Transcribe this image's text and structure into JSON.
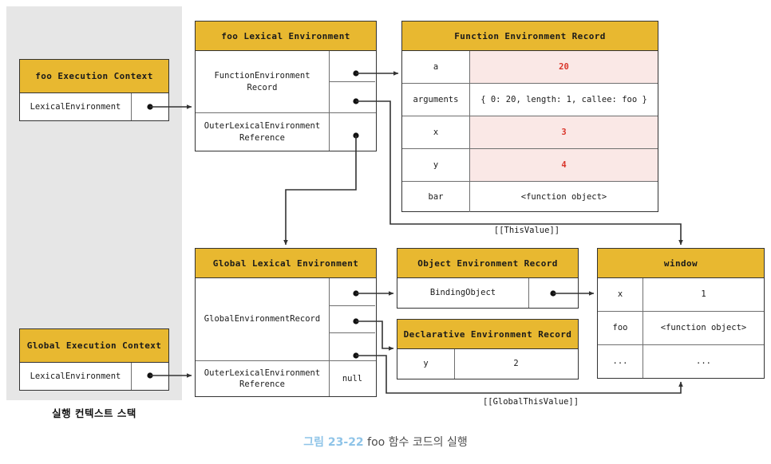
{
  "figure": {
    "caption_number": "그림 23-22",
    "caption_text": "foo 함수 코드의 실행",
    "stack_label": "실행 컨텍스트 스택",
    "colors": {
      "header": "#e8b830",
      "highlight": "#fae8e6",
      "highlight_text": "#d9352a",
      "stack_background": "#e6e6e6",
      "caption_number": "#8fc4e8"
    }
  },
  "foo_execution_context": {
    "title": "foo Execution Context",
    "rows": [
      {
        "label": "LexicalEnvironment",
        "pointer": true
      }
    ]
  },
  "global_execution_context": {
    "title": "Global Execution Context",
    "rows": [
      {
        "label": "LexicalEnvironment",
        "pointer": true
      }
    ]
  },
  "foo_lexical_environment": {
    "title": "foo Lexical Environment",
    "rows": [
      {
        "label": "FunctionEnvironment\nRecord",
        "slots": 2
      },
      {
        "label": "OuterLexicalEnvironment\nReference",
        "slots": 1
      }
    ]
  },
  "global_lexical_environment": {
    "title": "Global Lexical Environment",
    "rows": [
      {
        "label": "GlobalEnvironmentRecord",
        "slots": 3
      },
      {
        "label": "OuterLexicalEnvironment\nReference",
        "value": "null"
      }
    ]
  },
  "function_environment_record": {
    "title": "Function Environment Record",
    "rows": [
      {
        "key": "a",
        "value": "20",
        "highlight": true
      },
      {
        "key": "arguments",
        "value": "{ 0: 20, length: 1, callee: foo }",
        "highlight": false
      },
      {
        "key": "x",
        "value": "3",
        "highlight": true
      },
      {
        "key": "y",
        "value": "4",
        "highlight": true
      },
      {
        "key": "bar",
        "value": "<function object>",
        "highlight": false
      }
    ]
  },
  "object_environment_record": {
    "title": "Object Environment Record",
    "rows": [
      {
        "label": "BindingObject",
        "pointer": true
      }
    ]
  },
  "declarative_environment_record": {
    "title": "Declarative Environment Record",
    "rows": [
      {
        "key": "y",
        "value": "2"
      }
    ]
  },
  "window_object": {
    "title": "window",
    "rows": [
      {
        "key": "x",
        "value": "1"
      },
      {
        "key": "foo",
        "value": "<function object>"
      },
      {
        "key": "...",
        "value": "..."
      }
    ]
  },
  "edge_labels": {
    "this_value": "[[ThisValue]]",
    "global_this_value": "[[GlobalThisValue]]"
  }
}
